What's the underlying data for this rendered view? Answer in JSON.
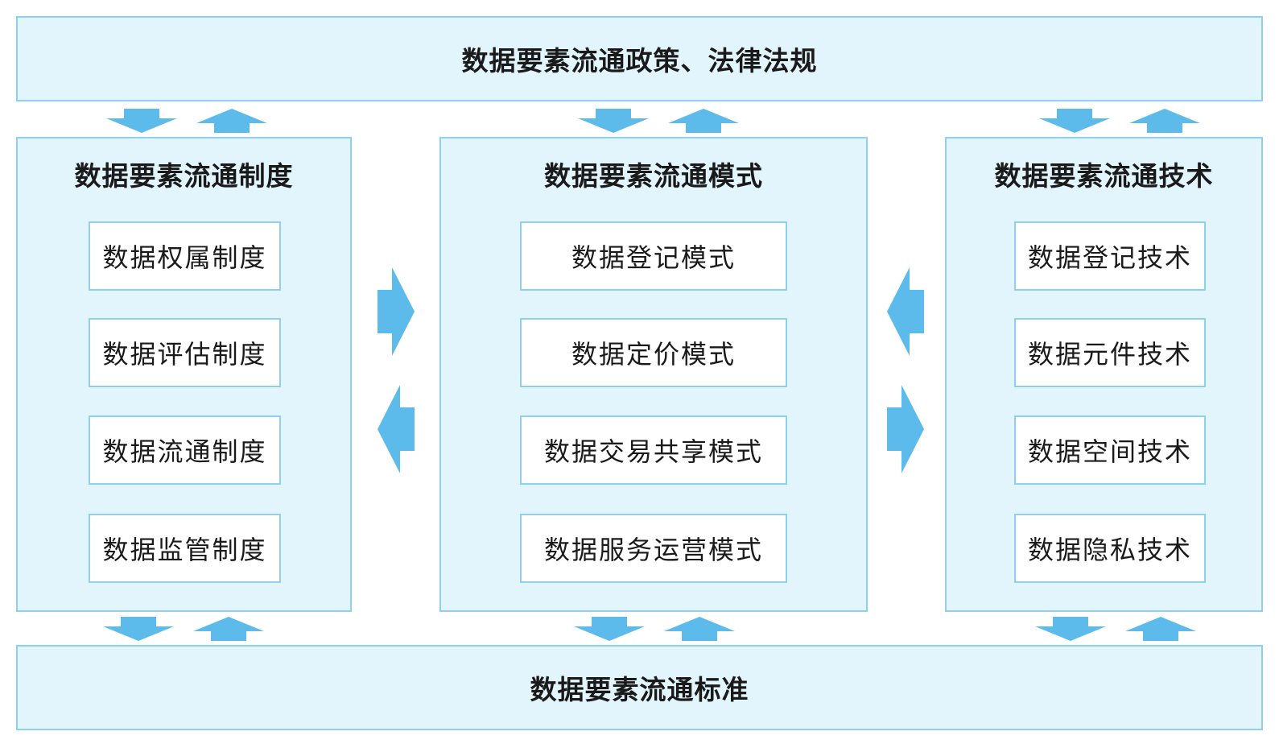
{
  "top_band": {
    "label": "数据要素流通政策、法律法规"
  },
  "bottom_band": {
    "label": "数据要素流通标准"
  },
  "panels": [
    {
      "title": "数据要素流通制度",
      "items": [
        "数据权属制度",
        "数据评估制度",
        "数据流通制度",
        "数据监管制度"
      ]
    },
    {
      "title": "数据要素流通模式",
      "items": [
        "数据登记模式",
        "数据定价模式",
        "数据交易共享模式",
        "数据服务运营模式"
      ]
    },
    {
      "title": "数据要素流通技术",
      "items": [
        "数据登记技术",
        "数据元件技术",
        "数据空间技术",
        "数据隐私技术"
      ]
    }
  ],
  "colors": {
    "fill": "#e2f4fc",
    "border": "#8fd0ee",
    "arrow": "#5cbbea",
    "box": "#ffffff"
  },
  "arrow_icons": [
    "arrow-down-icon",
    "arrow-up-icon",
    "arrow-right-icon",
    "arrow-left-icon"
  ]
}
